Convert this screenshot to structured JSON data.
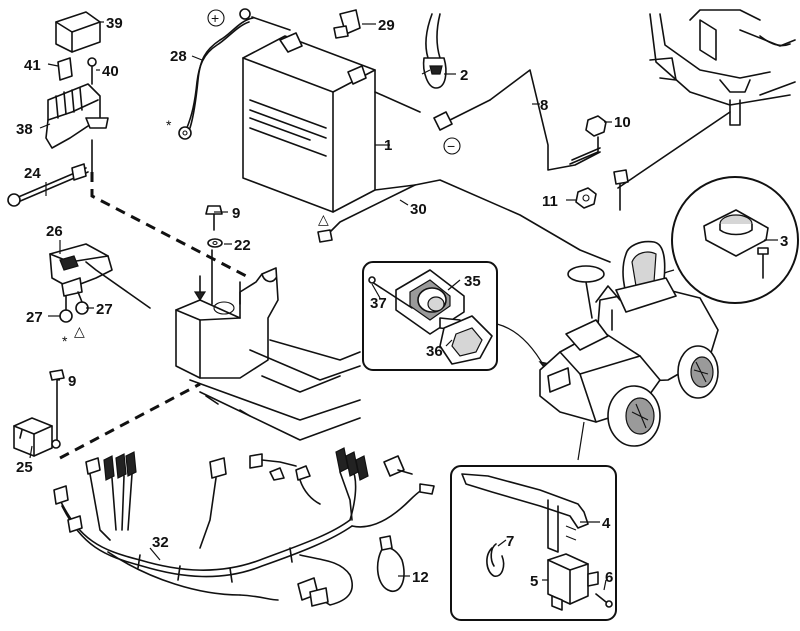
{
  "diagram": {
    "callouts": {
      "p1": "1",
      "p2": "2",
      "p3": "3",
      "p4": "4",
      "p5": "5",
      "p6": "6",
      "p7": "7",
      "p8": "8",
      "p9a": "9",
      "p9b": "9",
      "p10": "10",
      "p11": "11",
      "p12": "12",
      "p22": "22",
      "p24": "24",
      "p25": "25",
      "p26": "26",
      "p27a": "27",
      "p27b": "27",
      "p28": "28",
      "p29": "29",
      "p30": "30",
      "p32": "32",
      "p35": "35",
      "p36": "36",
      "p37": "37",
      "p38": "38",
      "p39": "39",
      "p40": "40",
      "p41": "41"
    },
    "symbols": {
      "plus": "+",
      "minus": "−",
      "star_a": "*",
      "star_b": "*",
      "triangle_a": "△",
      "triangle_b": "△"
    }
  }
}
